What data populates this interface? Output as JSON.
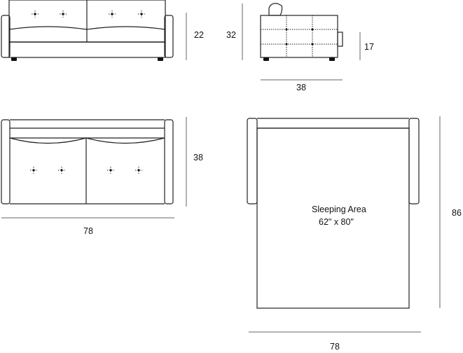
{
  "dimensions": {
    "front_height": "22",
    "side_height": "32",
    "side_seat_height": "17",
    "side_depth": "38",
    "top_depth": "38",
    "top_width": "78",
    "bed_length": "86",
    "bed_width": "78"
  },
  "sleeping_area": {
    "title": "Sleeping Area",
    "size": "62\" x 80\""
  }
}
